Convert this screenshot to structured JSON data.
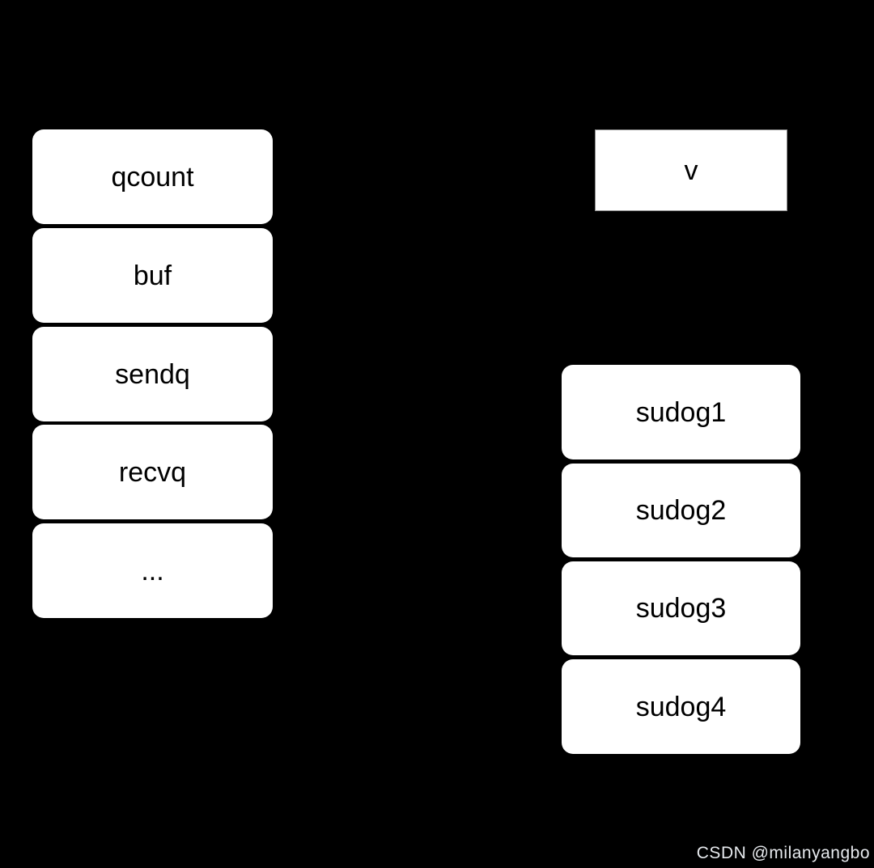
{
  "diagram": {
    "background_color": "#000000",
    "box_fill_color": "#ffffff",
    "box_text_color": "#000000",
    "hchan_fields": [
      {
        "label": "qcount"
      },
      {
        "label": "buf"
      },
      {
        "label": "sendq"
      },
      {
        "label": "recvq"
      },
      {
        "label": "..."
      }
    ],
    "value_box": {
      "label": "v"
    },
    "sudog_list": [
      {
        "label": "sudog1"
      },
      {
        "label": "sudog2"
      },
      {
        "label": "sudog3"
      },
      {
        "label": "sudog4"
      }
    ]
  },
  "watermark": {
    "text": "CSDN @milanyangbo",
    "color": "#e7eaee"
  }
}
